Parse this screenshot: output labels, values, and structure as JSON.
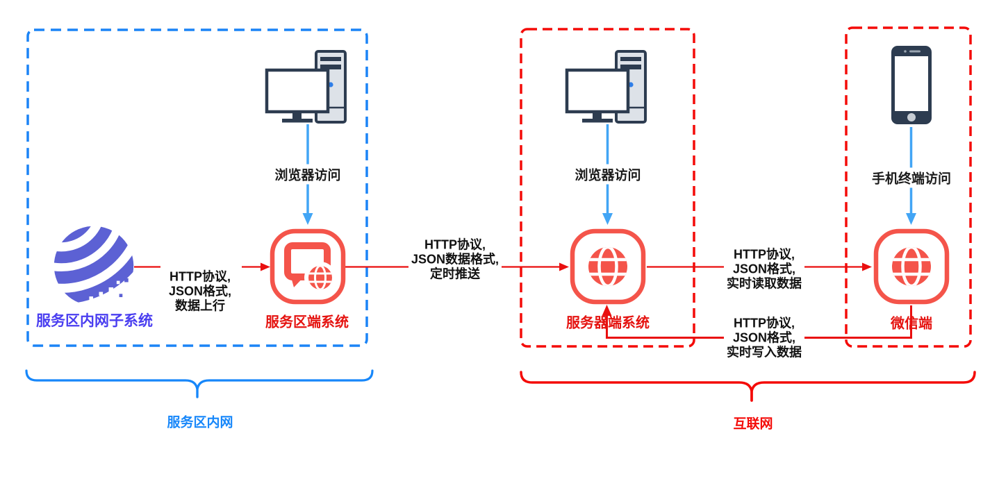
{
  "diagram_title": "",
  "colors": {
    "zone_blue": "#1b84f6",
    "zone_red": "#f40b08",
    "icon_red": "#f4544a",
    "line_red": "#e90f0f",
    "arrow_blue": "#42a5f5",
    "indigo_globe": "#5c61d4",
    "indigo_label": "#4a3ef0",
    "node_label_red": "#e51310",
    "device_dark": "#2d3c50",
    "tower_gray": "#dde2e8"
  },
  "zones": {
    "intranet": {
      "label": "服务区内网"
    },
    "internet": {
      "label": "互联网"
    }
  },
  "nodes": {
    "intranet_subsystem": {
      "label": "服务区内网子系统"
    },
    "service_area_system": {
      "label": "服务区端系统"
    },
    "server_system": {
      "label": "服务器端系统"
    },
    "wechat": {
      "label": "微信端"
    }
  },
  "access": {
    "browser_left": {
      "label": "浏览器访问"
    },
    "browser_mid": {
      "label": "浏览器访问"
    },
    "mobile": {
      "label": "手机终端访问"
    }
  },
  "links": {
    "upload": {
      "from": "服务区内网子系统",
      "to": "服务区端系统",
      "lines": [
        "HTTP协议,",
        "JSON格式,",
        "数据上行"
      ]
    },
    "push": {
      "from": "服务区端系统",
      "to": "服务器端系统",
      "lines": [
        "HTTP协议,",
        "JSON数据格式,",
        "定时推送"
      ]
    },
    "read": {
      "from": "服务器端系统",
      "to": "微信端",
      "lines": [
        "HTTP协议,",
        "JSON格式,",
        "实时读取数据"
      ]
    },
    "write": {
      "from": "微信端",
      "to": "服务器端系统",
      "lines": [
        "HTTP协议,",
        "JSON格式,",
        "实时写入数据"
      ]
    }
  }
}
